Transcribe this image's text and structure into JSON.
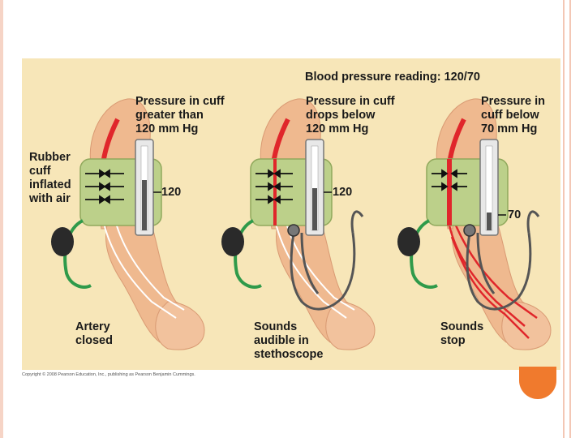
{
  "title": "Blood pressure reading: 120/70",
  "labels": {
    "rubber_cuff": "Rubber\ncuff\ninflated\nwith air",
    "panel1_pressure": "Pressure in cuff\ngreater than\n120 mm Hg",
    "panel2_pressure": "Pressure in cuff\ndrops below\n120 mm Hg",
    "panel3_pressure": "Pressure in\ncuff below\n70 mm Hg",
    "gauge1_value": "120",
    "gauge2_value": "120",
    "gauge3_value": "70",
    "artery_closed": "Artery\nclosed",
    "sounds_audible": "Sounds\naudible in\nstethoscope",
    "sounds_stop": "Sounds\nstop"
  },
  "copyright": "Copyright © 2008 Pearson Education, Inc., publishing as Pearson Benjamin Cummings.",
  "colors": {
    "panel_bg": "#f7e6b8",
    "skin": "#efb98f",
    "cuff": "#bcd08a",
    "artery": "#e0262b",
    "tube": "#2f9a4a",
    "bulb": "#2a2a2a",
    "accent": "#f07a2d"
  }
}
